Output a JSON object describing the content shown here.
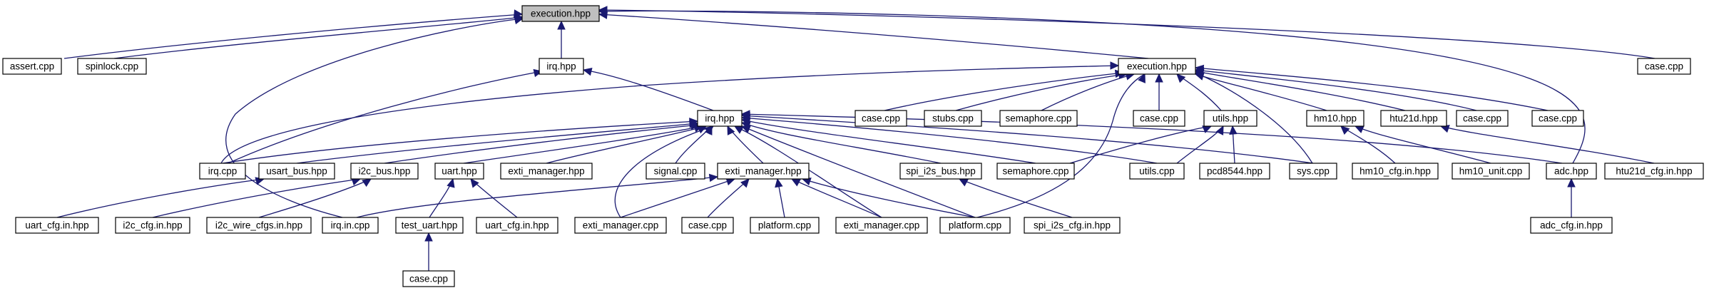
{
  "graph": {
    "colors": {
      "edge": "#191970",
      "node_border": "#000000",
      "root_fill": "#bfbfbf",
      "node_fill": "#ffffff"
    },
    "nodes": [
      {
        "id": "n_exec_root",
        "label": "execution.hpp",
        "root": true
      },
      {
        "id": "n_assert",
        "label": "assert.cpp"
      },
      {
        "id": "n_spinlock",
        "label": "spinlock.cpp"
      },
      {
        "id": "n_irq_hpp1",
        "label": "irq.hpp"
      },
      {
        "id": "n_exec2",
        "label": "execution.hpp"
      },
      {
        "id": "n_case_r",
        "label": "case.cpp"
      },
      {
        "id": "n_case_a",
        "label": "case.cpp"
      },
      {
        "id": "n_stubs",
        "label": "stubs.cpp"
      },
      {
        "id": "n_sema_cpp1",
        "label": "semaphore.cpp"
      },
      {
        "id": "n_case_b",
        "label": "case.cpp"
      },
      {
        "id": "n_utils_hpp",
        "label": "utils.hpp"
      },
      {
        "id": "n_hm10_hpp",
        "label": "hm10.hpp"
      },
      {
        "id": "n_htu21d_hpp",
        "label": "htu21d.hpp"
      },
      {
        "id": "n_case_c",
        "label": "case.cpp"
      },
      {
        "id": "n_case_d",
        "label": "case.cpp"
      },
      {
        "id": "n_irq_hpp2",
        "label": "irq.hpp"
      },
      {
        "id": "n_irq_cpp",
        "label": "irq.cpp"
      },
      {
        "id": "n_usart_bus",
        "label": "usart_bus.hpp"
      },
      {
        "id": "n_i2c_bus",
        "label": "i2c_bus.hpp"
      },
      {
        "id": "n_uart_hpp",
        "label": "uart.hpp"
      },
      {
        "id": "n_exti_mgr_hpp1",
        "label": "exti_manager.hpp"
      },
      {
        "id": "n_signal",
        "label": "signal.cpp"
      },
      {
        "id": "n_exti_mgr_hpp2",
        "label": "exti_manager.hpp"
      },
      {
        "id": "n_spi_i2s_bus",
        "label": "spi_i2s_bus.hpp"
      },
      {
        "id": "n_sema_cpp2",
        "label": "semaphore.cpp"
      },
      {
        "id": "n_utils_cpp",
        "label": "utils.cpp"
      },
      {
        "id": "n_pcd8544",
        "label": "pcd8544.hpp"
      },
      {
        "id": "n_sys",
        "label": "sys.cpp"
      },
      {
        "id": "n_hm10_cfg",
        "label": "hm10_cfg.in.hpp"
      },
      {
        "id": "n_hm10_unit",
        "label": "hm10_unit.cpp"
      },
      {
        "id": "n_adc_hpp",
        "label": "adc.hpp"
      },
      {
        "id": "n_htu21d_cfg",
        "label": "htu21d_cfg.in.hpp"
      },
      {
        "id": "n_uart_cfg",
        "label": "uart_cfg.in.hpp"
      },
      {
        "id": "n_i2c_cfg",
        "label": "i2c_cfg.in.hpp"
      },
      {
        "id": "n_i2c_wire",
        "label": "i2c_wire_cfgs.in.hpp"
      },
      {
        "id": "n_irq_in",
        "label": "irq.in.cpp"
      },
      {
        "id": "n_test_uart",
        "label": "test_uart.hpp"
      },
      {
        "id": "n_uart_cfg2",
        "label": "uart_cfg.in.hpp"
      },
      {
        "id": "n_exti_mgr_cpp1",
        "label": "exti_manager.cpp"
      },
      {
        "id": "n_case_e",
        "label": "case.cpp"
      },
      {
        "id": "n_platform_cpp1",
        "label": "platform.cpp"
      },
      {
        "id": "n_exti_mgr_cpp2",
        "label": "exti_manager.cpp"
      },
      {
        "id": "n_platform_cpp2",
        "label": "platform.cpp"
      },
      {
        "id": "n_spi_i2s_cfg",
        "label": "spi_i2s_cfg.in.hpp"
      },
      {
        "id": "n_adc_cfg",
        "label": "adc_cfg.in.hpp"
      },
      {
        "id": "n_case_f",
        "label": "case.cpp"
      }
    ]
  }
}
